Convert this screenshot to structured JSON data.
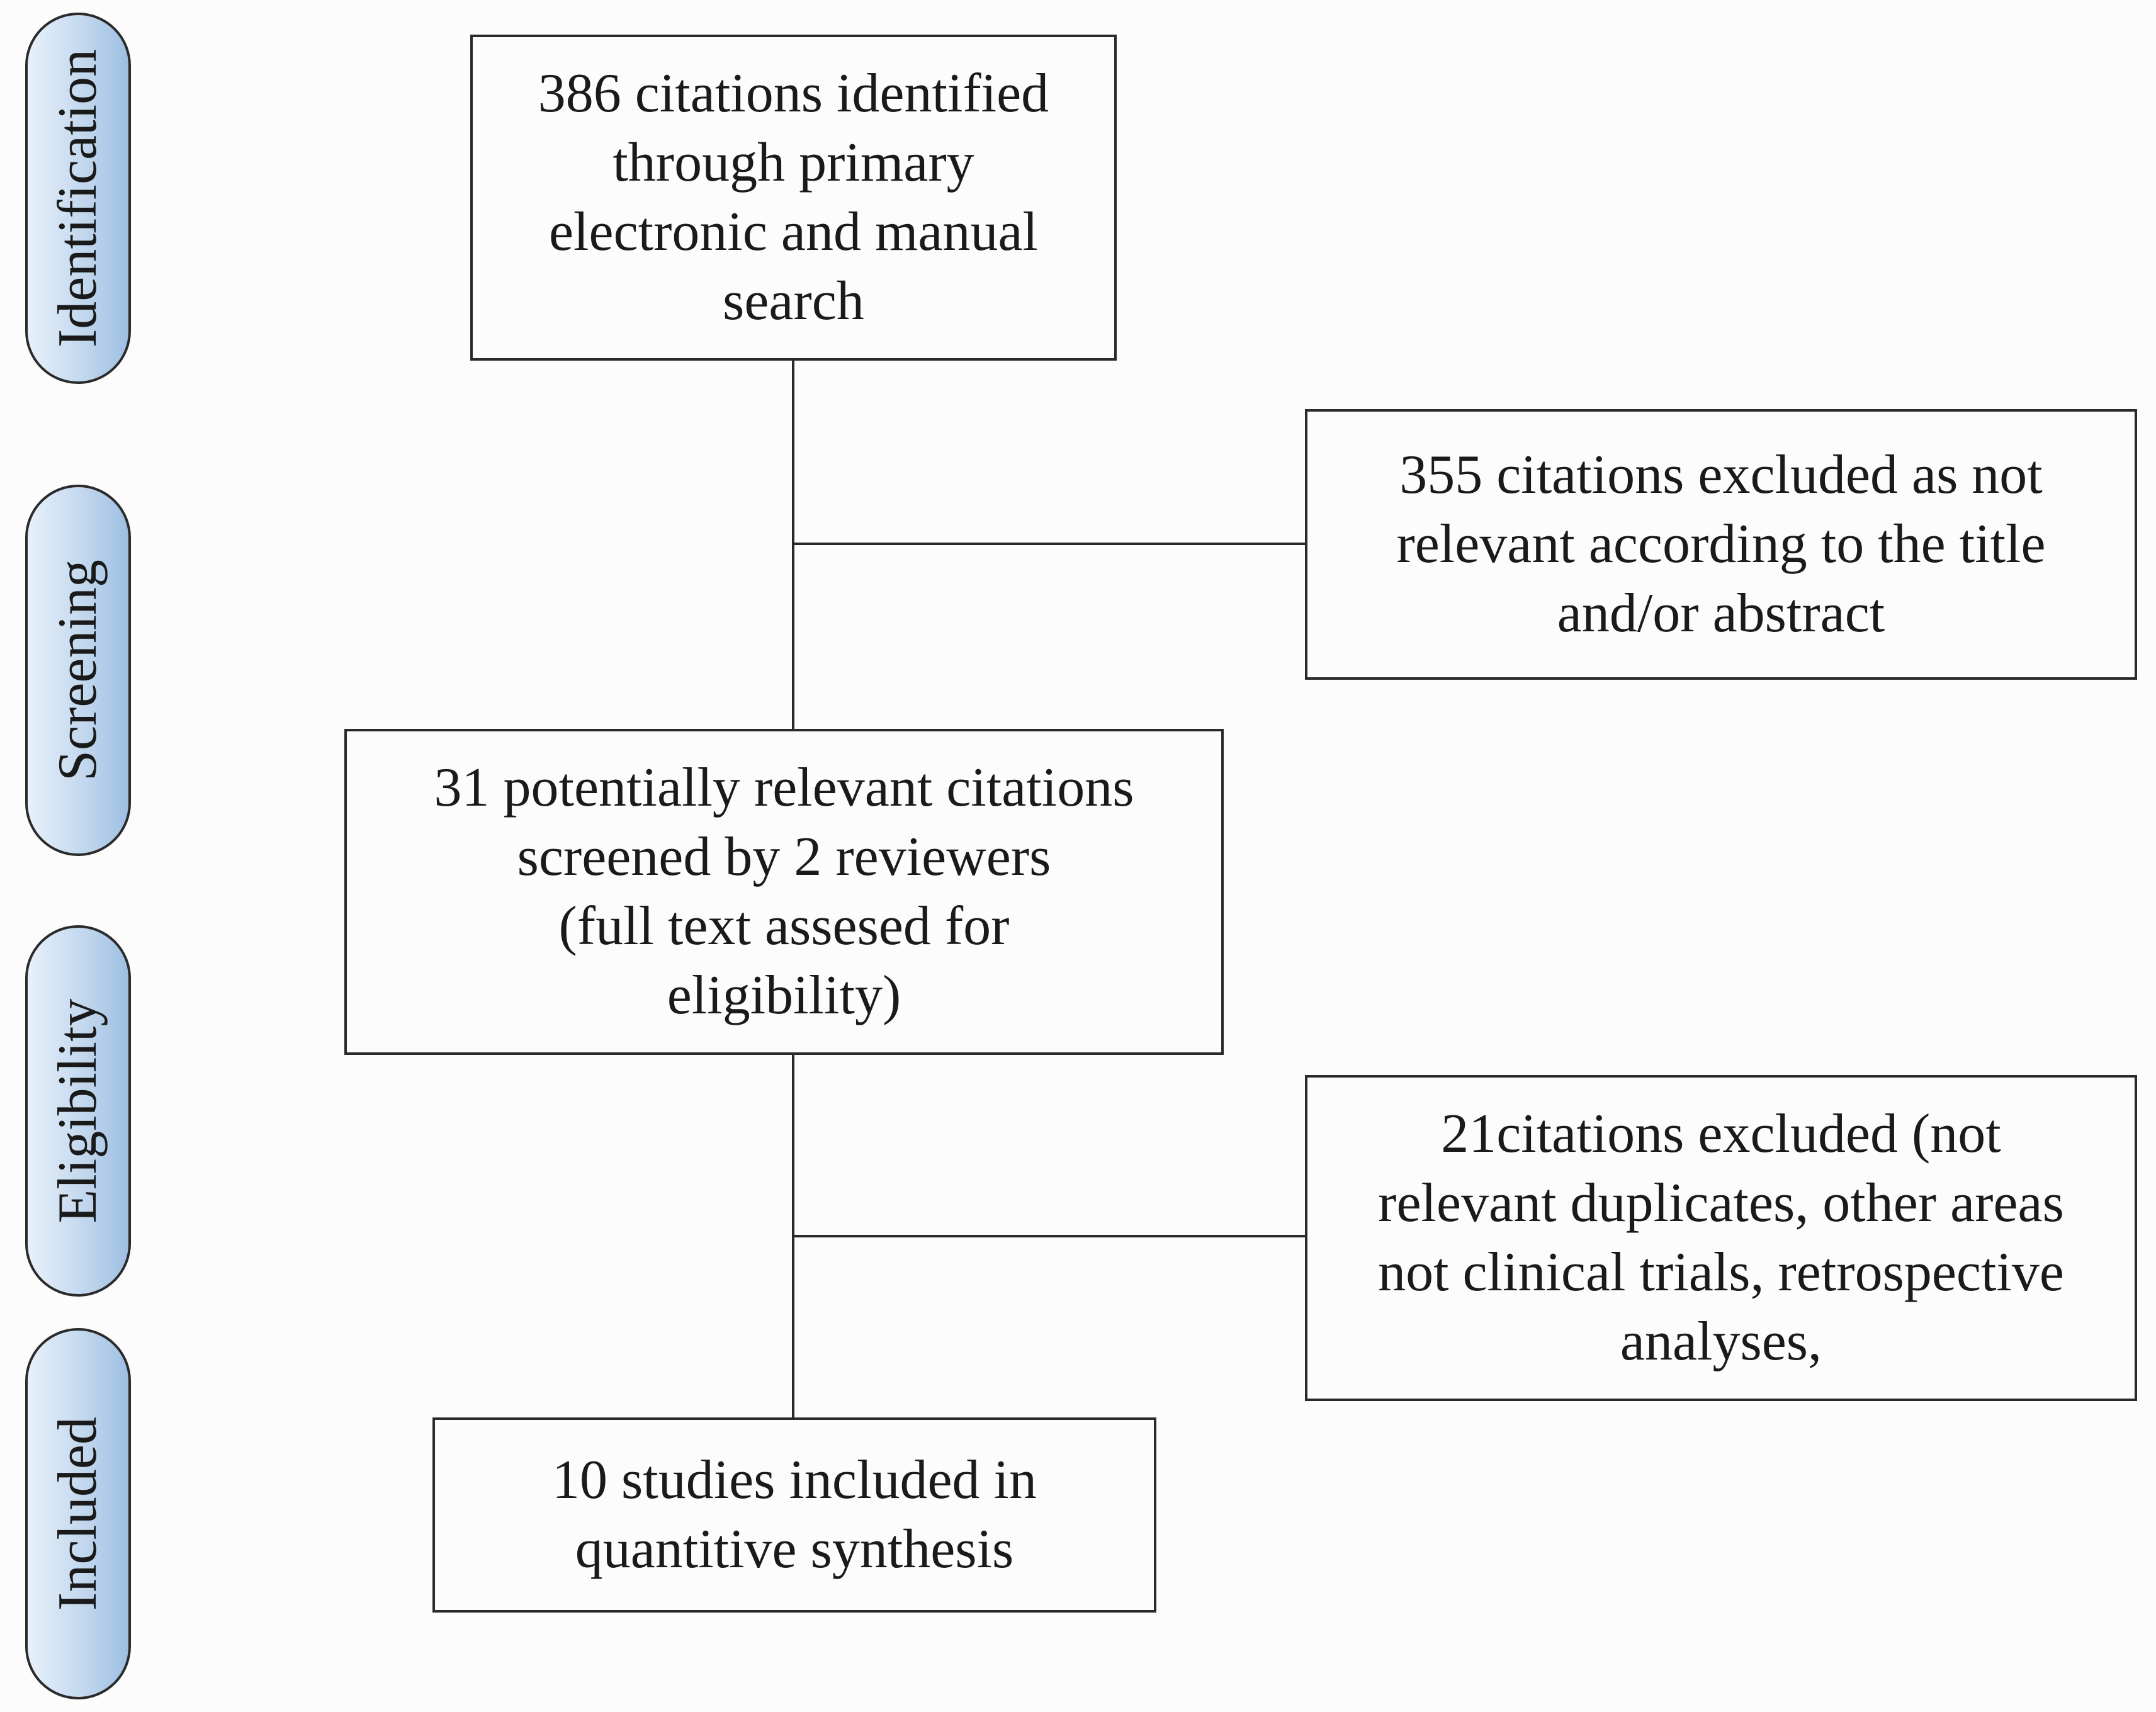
{
  "stages": {
    "identification": "Identification",
    "screening": "Screening",
    "eligibility": "Eligibility",
    "included": "Included"
  },
  "boxes": {
    "identified": "386 citations identified\nthrough primary\nelectronic and manual\nsearch",
    "excluded_title": "355 citations excluded as not\nrelevant according to the title\nand/or abstract",
    "screened": "31 potentially relevant citations\nscreened by 2 reviewers\n(full text assesed for\neligibility)",
    "excluded_fulltext": "21citations excluded (not\nrelevant duplicates, other areas\nnot clinical trials, retrospective\nanalyses,",
    "included": "10 studies included in\nquantitive synthesis"
  }
}
